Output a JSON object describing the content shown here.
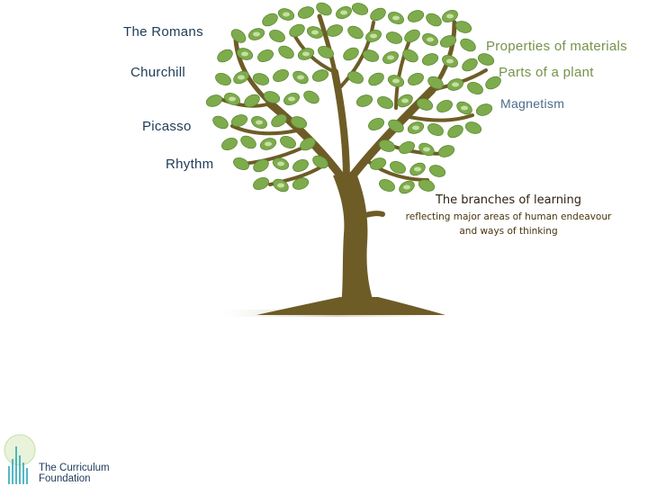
{
  "left_labels": {
    "romans": "The Romans",
    "churchill": "Churchill",
    "picasso": "Picasso",
    "rhythm": "Rhythm"
  },
  "right_labels": {
    "materials": "Properties of materials",
    "plant": "Parts of a plant",
    "magnetism": "Magnetism"
  },
  "caption": {
    "title": "The branches of learning",
    "line1": "reflecting major areas of human endeavour",
    "line2": "and ways of thinking"
  },
  "logo": {
    "line1": "The Curriculum",
    "line2": "Foundation"
  },
  "colors": {
    "trunk": "#6b5a2a",
    "leaf": "#7aa84a",
    "leaf_light": "#c9e2a6",
    "left_label": "#1f3b57",
    "right_label": "#76934a"
  }
}
